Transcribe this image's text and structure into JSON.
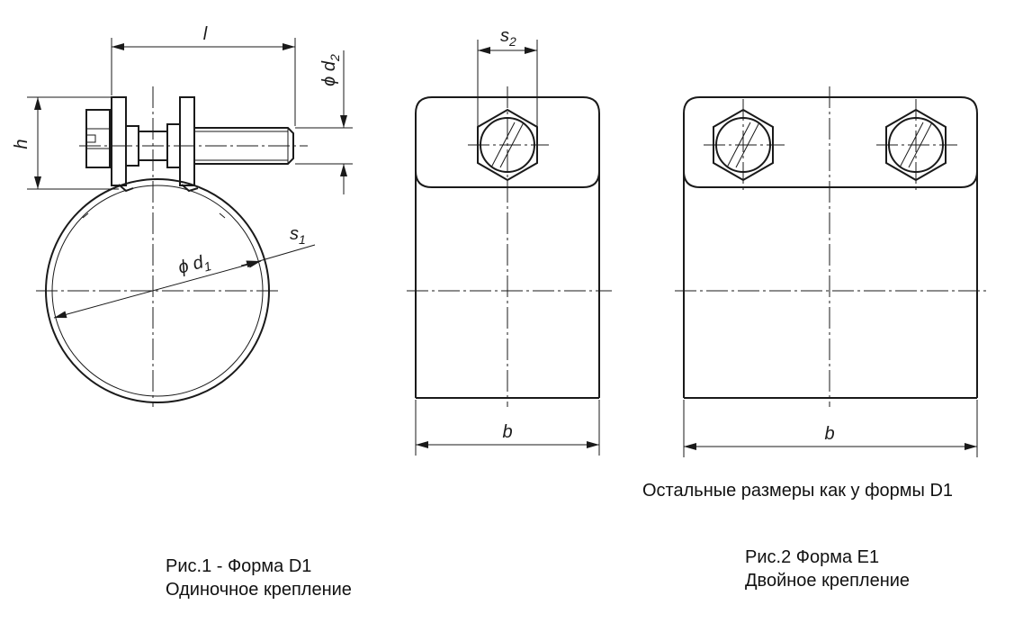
{
  "labels": {
    "l": "l",
    "h": "h",
    "d2_prefix": "ϕ d",
    "d2_sub": "2",
    "d1_prefix": "ϕ d",
    "d1_sub": "1",
    "s1_prefix": "s",
    "s1_sub": "1",
    "s2_prefix": "s",
    "s2_sub": "2",
    "b_single": "b",
    "b_double": "b"
  },
  "note": "Остальные размеры как у формы D1",
  "captions": {
    "fig1_line1": "Рис.1 - Форма D1",
    "fig1_line2": "Одиночное крепление",
    "fig2_line1": "Рис.2   Форма E1",
    "fig2_line2": "Двойное крепление"
  }
}
